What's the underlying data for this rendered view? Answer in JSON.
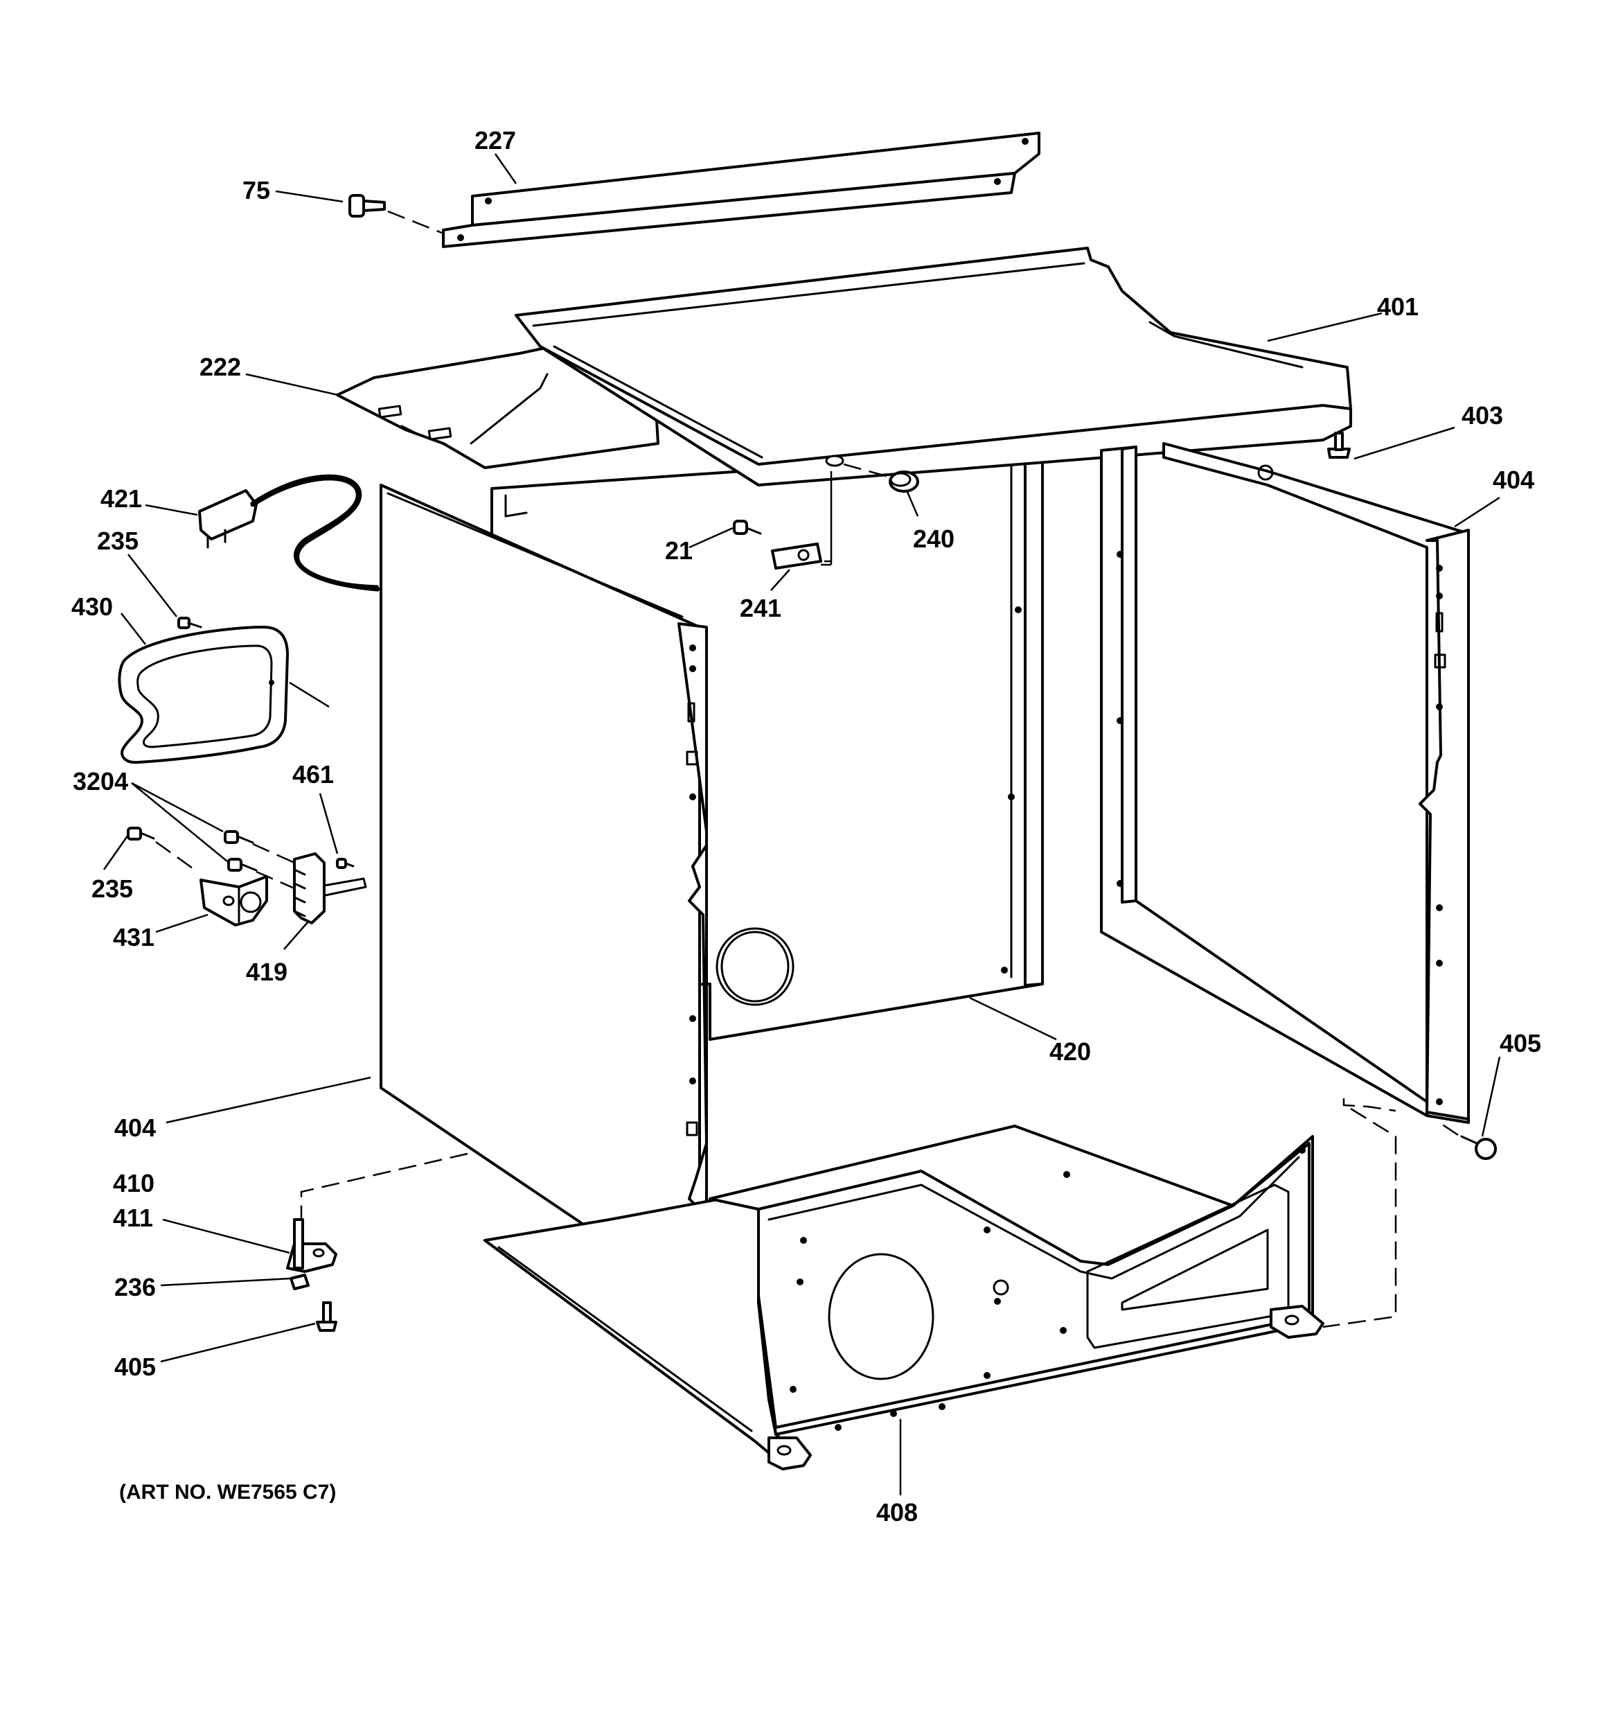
{
  "labels": {
    "p227": "227",
    "p75": "75",
    "p401": "401",
    "p222": "222",
    "p403": "403",
    "p404_right": "404",
    "p421": "421",
    "p235_top": "235",
    "p21": "21",
    "p240": "240",
    "p241": "241",
    "p430": "430",
    "p3204": "3204",
    "p461": "461",
    "p235_bottom": "235",
    "p431": "431",
    "p419": "419",
    "p420": "420",
    "p405_right": "405",
    "p404_left": "404",
    "p410": "410",
    "p411": "411",
    "p236": "236",
    "p405_left": "405",
    "p408": "408"
  },
  "art_number": "(ART NO. WE7565 C7)"
}
